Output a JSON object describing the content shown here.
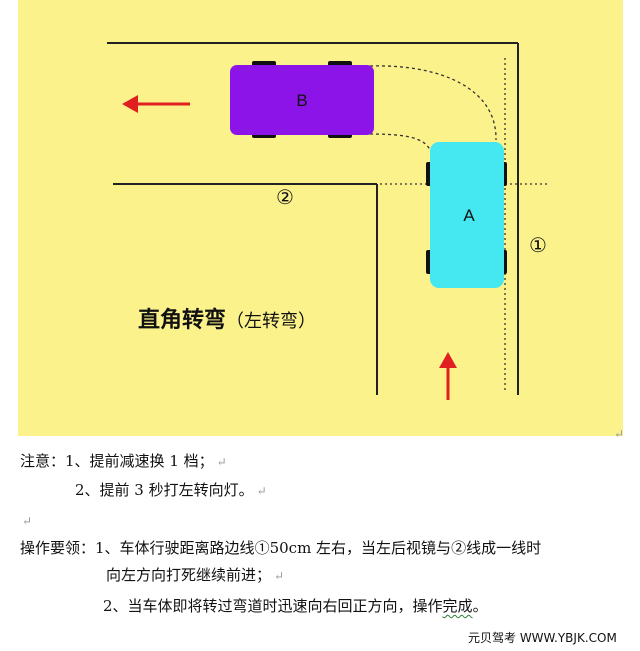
{
  "diagram": {
    "title": "直角转弯",
    "title_paren": "（左转弯）",
    "car_a_label": "A",
    "car_b_label": "B",
    "line1_label": "①",
    "line2_label": "②",
    "colors": {
      "background": "#fcf28c",
      "car_a": "#45e8f0",
      "car_b": "#8c14e8",
      "arrow": "#e02020",
      "road_line": "#222222"
    }
  },
  "notes": {
    "heading": "注意：",
    "item1": "1、提前减速换 1 档；",
    "item2": "2、提前 3 秒打左转向灯。"
  },
  "procedure": {
    "heading": "操作要领：",
    "item1_prefix": "1、车体行驶距离路边线",
    "item1_circle1": "①",
    "item1_mid": "50cm 左右，当左后视镜与",
    "item1_circle2": "②",
    "item1_end": "线成一线时",
    "item1_cont": "向左方向打死继续前进；",
    "item2_main": "2、当车体即将转过弯道时迅速向右回正方向，操作",
    "item2_wavy": "完成",
    "item2_end": "。"
  },
  "watermark": "元贝驾考  WWW.YBJK.COM"
}
